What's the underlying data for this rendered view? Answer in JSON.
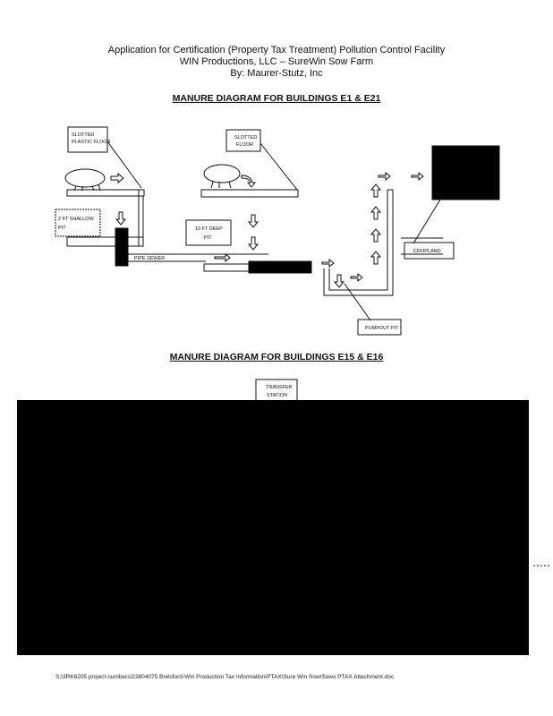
{
  "header": {
    "line1": "Application for Certification (Property Tax Treatment) Pollution Control Facility",
    "line2": "WIN Productions, LLC – SureWin Sow Farm",
    "line3": "By: Maurer-Stutz, Inc"
  },
  "diagram1": {
    "title": "MANURE DIAGRAM FOR BUILDINGS E1 & E21",
    "labels": {
      "slotted_plastic_floor_1": "SLOTTED",
      "slotted_plastic_floor_2": "PLASTIC FLOOR",
      "slotted_floor_1": "SLOTTED",
      "slotted_floor_2": "FLOOR",
      "shallow_pit_1": "2 FT SHALLOW",
      "shallow_pit_2": "PIT",
      "deep_pit_1": "10 FT DEEP",
      "deep_pit_2": "PIT",
      "pipe": "PIPE SEWER",
      "cropland": "CROPLAND",
      "pumpout_pit": "PUMPOUT PIT"
    }
  },
  "diagram2": {
    "title": "MANURE DIAGRAM FOR BUILDINGS E15 & E16",
    "transfer_station_1": "TRANSFER",
    "transfer_station_2": "STATION"
  },
  "footer": "S:\\3RK6205 project numbers\\23804075 Brelsford-Win Production Tax Information\\PTAX\\Sure Win Sow\\Sows PTAX Attachment.doc"
}
